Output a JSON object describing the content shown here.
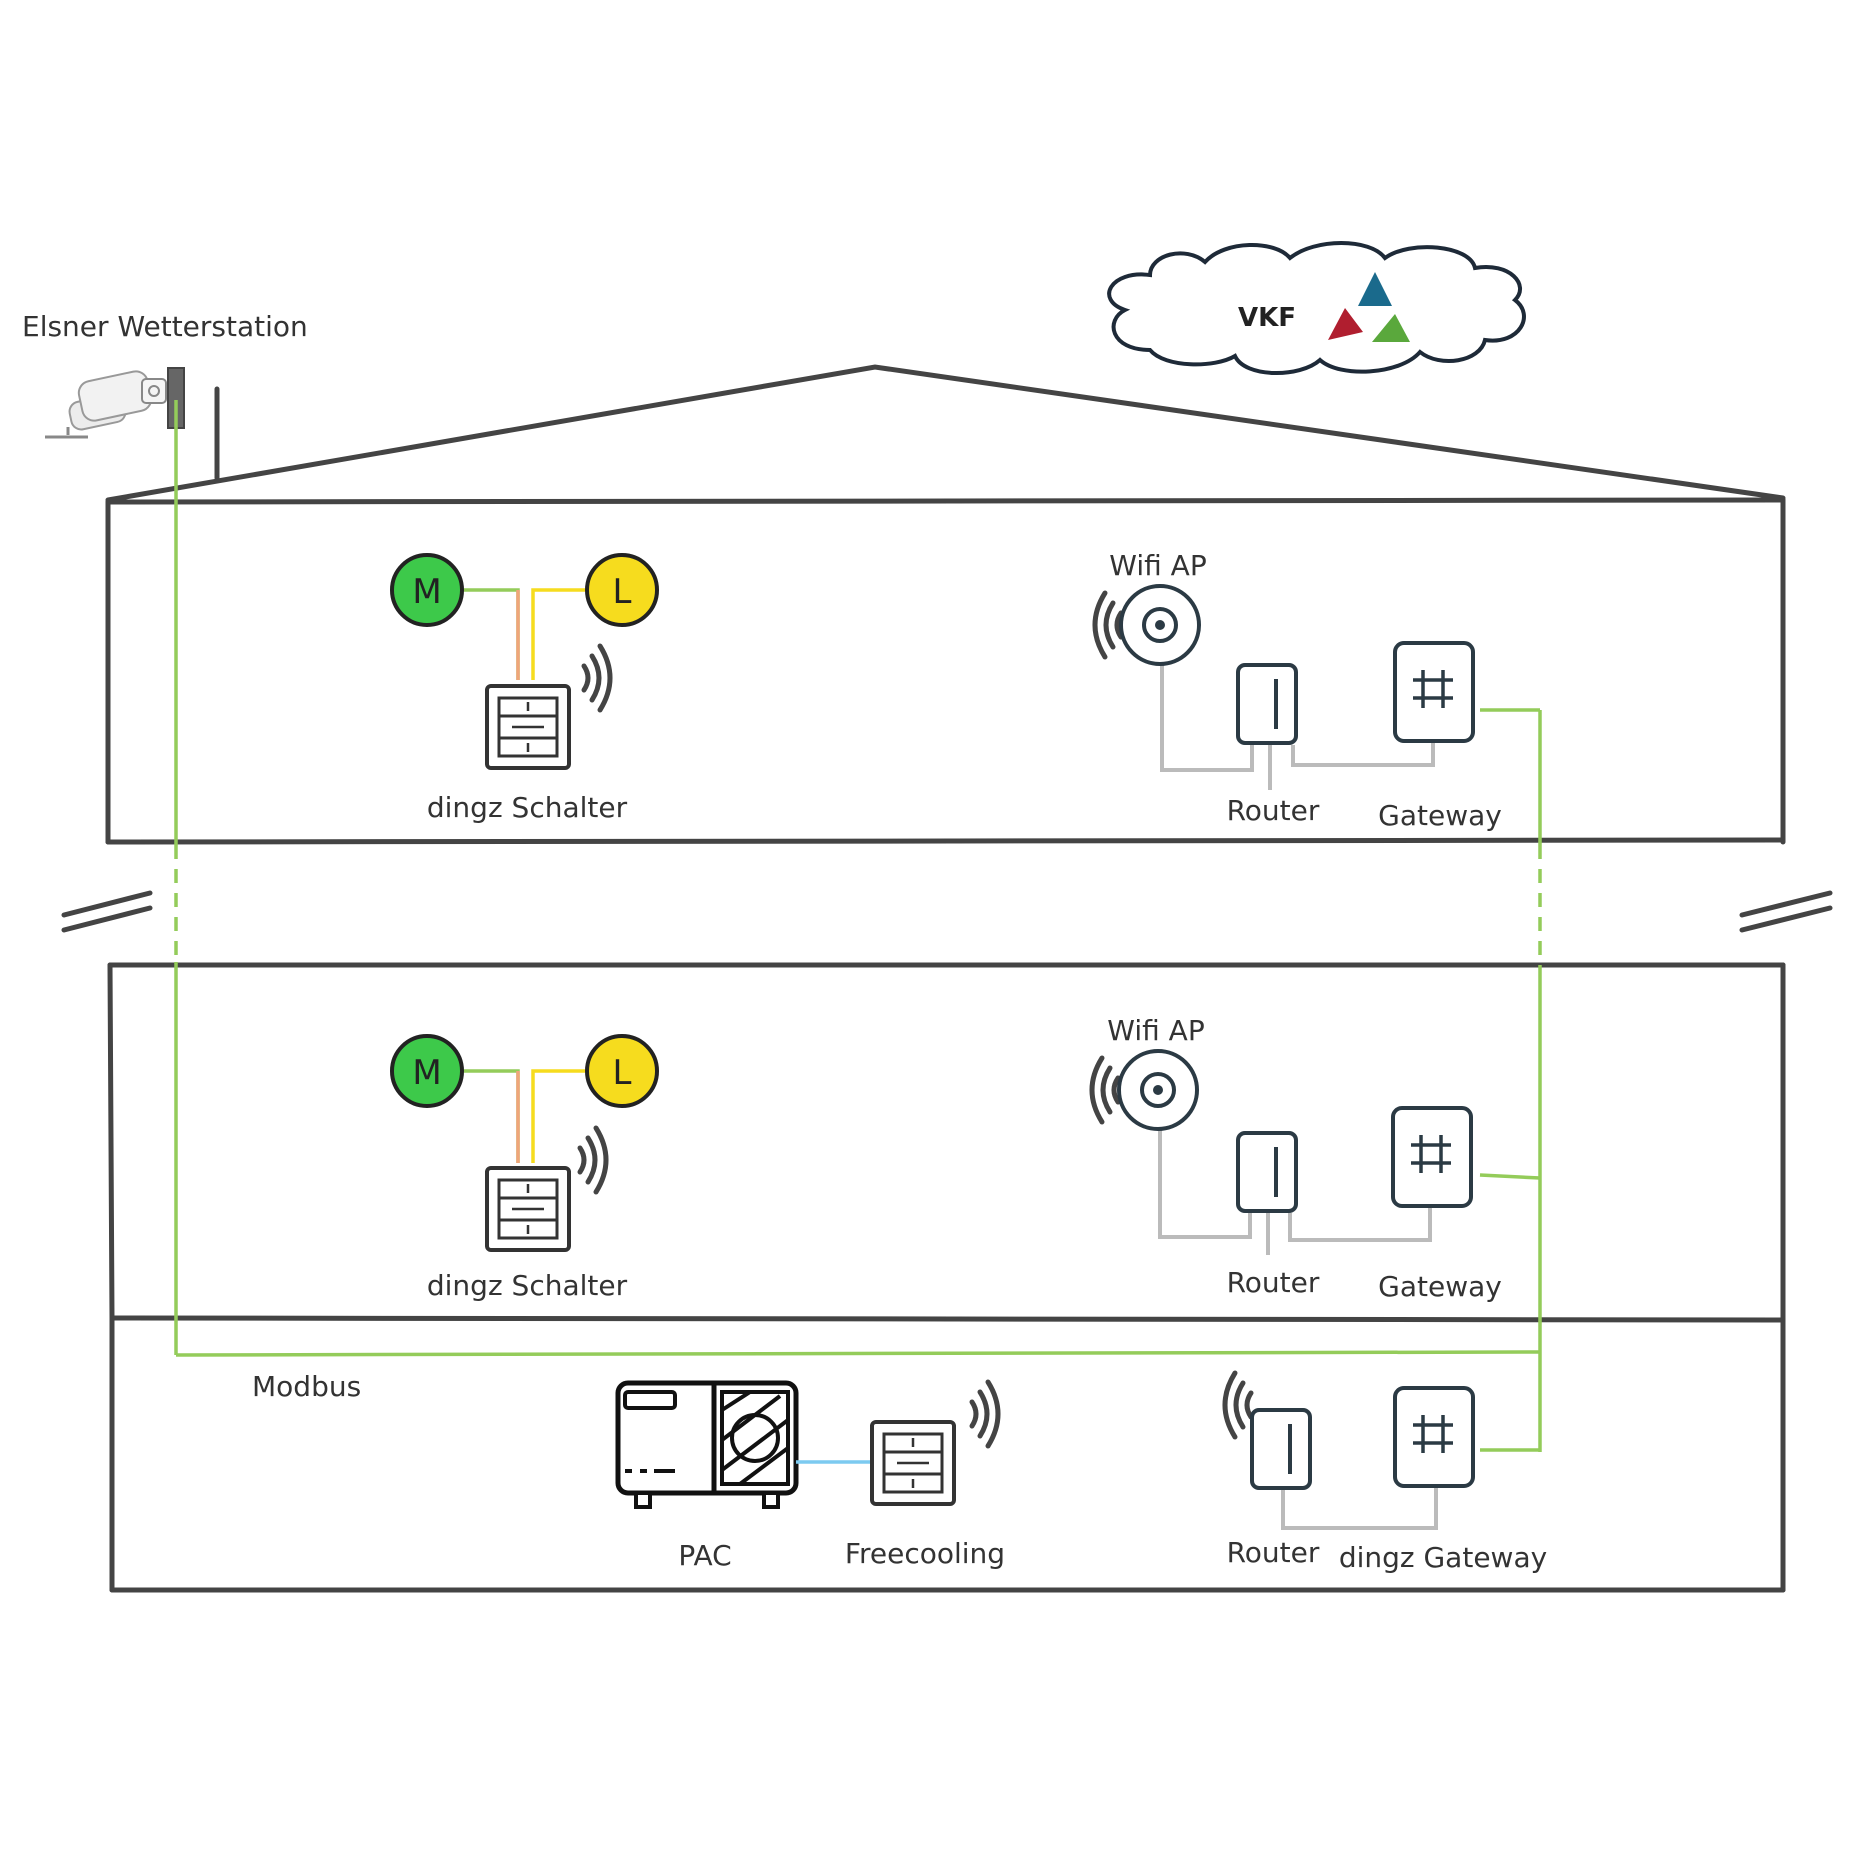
{
  "diagram": {
    "weather_station_label": "Elsner Wetterstation",
    "cloud_label": "VKF",
    "motor_badge": "M",
    "light_badge": "L",
    "floors": [
      {
        "switch_label": "dingz Schalter",
        "wifi_label": "Wifi AP",
        "router_label": "Router",
        "gateway_label": "Gateway"
      },
      {
        "switch_label": "dingz Schalter",
        "wifi_label": "Wifi AP",
        "router_label": "Router",
        "gateway_label": "Gateway"
      }
    ],
    "basement": {
      "modbus_label": "Modbus",
      "pac_label": "PAC",
      "freecooling_label": "Freecooling",
      "router_label": "Router",
      "gateway_label": "dingz Gateway"
    },
    "colors": {
      "wall": "#444444",
      "modbus_line": "#94cc5a",
      "lan_line": "#bbbbbb",
      "motor_green": "#3dc94a",
      "light_yellow": "#f6dc1e",
      "orange_wire": "#f0a57a",
      "blue_wire": "#7ccaf0",
      "vkf_blue": "#1a6a8c",
      "vkf_red": "#b01e2f",
      "vkf_green": "#5aa83c"
    }
  }
}
